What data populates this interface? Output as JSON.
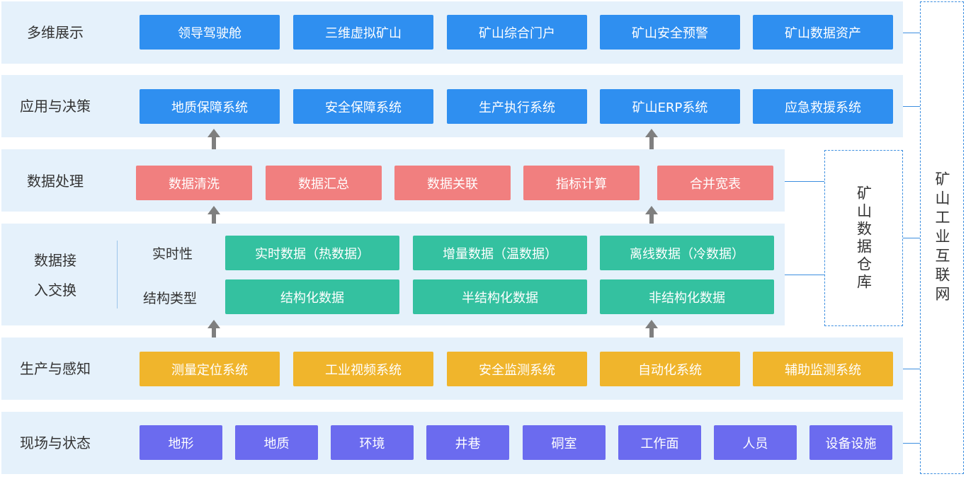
{
  "layers": {
    "display": {
      "label": "多维展示",
      "items": [
        "领导驾驶舱",
        "三维虚拟矿山",
        "矿山综合门户",
        "矿山安全预警",
        "矿山数据资产"
      ]
    },
    "application": {
      "label": "应用与决策",
      "items": [
        "地质保障系统",
        "安全保障系统",
        "生产执行系统",
        "矿山ERP系统",
        "应急救援系统"
      ]
    },
    "processing": {
      "label": "数据处理",
      "items": [
        "数据清洗",
        "数据汇总",
        "数据关联",
        "指标计算",
        "合并宽表"
      ]
    },
    "access": {
      "label_line1": "数据接",
      "label_line2": "入交换",
      "realtime_label": "实时性",
      "structure_label": "结构类型",
      "realtime_items": [
        "实时数据（热数据）",
        "增量数据（温数据）",
        "离线数据（冷数据）"
      ],
      "structure_items": [
        "结构化数据",
        "半结构化数据",
        "非结构化数据"
      ]
    },
    "production": {
      "label": "生产与感知",
      "items": [
        "测量定位系统",
        "工业视频系统",
        "安全监测系统",
        "自动化系统",
        "辅助监测系统"
      ]
    },
    "field": {
      "label": "现场与状态",
      "items": [
        "地形",
        "地质",
        "环境",
        "井巷",
        "硐室",
        "工作面",
        "人员",
        "设备设施"
      ]
    }
  },
  "warehouse_label": "矿山数据仓库",
  "internet_label": "矿山工业互联网",
  "colors": {
    "blue": "#2f8ff0",
    "red": "#f17f7f",
    "green": "#34c1a0",
    "yellow": "#f0b52c",
    "purple": "#6b6bef",
    "band": "#e5f1fb",
    "line": "#3d8fe0"
  }
}
